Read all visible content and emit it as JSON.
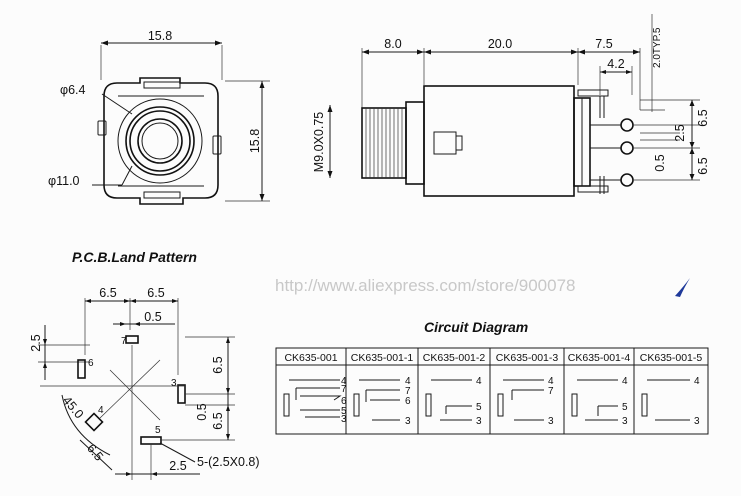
{
  "front_view": {
    "width_dim": "15.8",
    "height_dim": "15.8",
    "inner_dia": "φ6.4",
    "outer_dia": "φ11.0"
  },
  "side_view": {
    "dim_left": "8.0",
    "dim_mid": "20.0",
    "dim_right": "7.5",
    "dim_pin": "4.2",
    "dim_typ": "2.0TYP.5",
    "thread": "M9.0X0.75",
    "right_dims": [
      "6.5",
      "2.5",
      "0.5",
      "6.5"
    ]
  },
  "pcb": {
    "title": "P.C.B.Land Pattern",
    "top_dims": [
      "6.5",
      "6.5"
    ],
    "dim_05": "0.5",
    "dim_25_left": "2.5",
    "right_dims": [
      "6.5",
      "0.5",
      "6.5"
    ],
    "angle": "45.0",
    "dim_65_diag": "6.5",
    "bottom_dim": "2.5",
    "hole_spec": "5-(2.5X0.8)",
    "pins": [
      "7",
      "6",
      "3",
      "4",
      "5"
    ]
  },
  "circuit": {
    "title": "Circuit Diagram",
    "models": [
      "CK635-001",
      "CK635-001-1",
      "CK635-001-2",
      "CK635-001-3",
      "CK635-001-4",
      "CK635-001-5"
    ],
    "pin_sets": [
      [
        "4",
        "7",
        "6",
        "5",
        "3"
      ],
      [
        "4",
        "7",
        "6",
        "3"
      ],
      [
        "4",
        "5",
        "3"
      ],
      [
        "4",
        "7",
        "3"
      ],
      [
        "4",
        "5",
        "3"
      ],
      [
        "4",
        "3"
      ]
    ]
  },
  "watermark": "http://www.aliexpress.com/store/900078"
}
